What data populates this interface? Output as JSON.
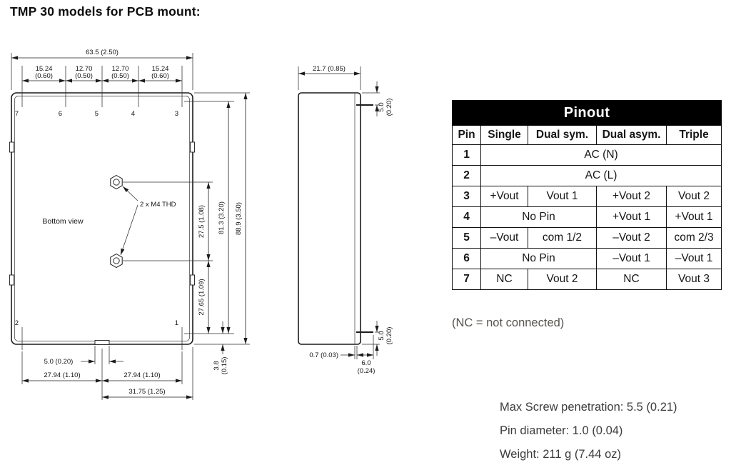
{
  "page": {
    "title": "TMP 30 models for PCB mount:"
  },
  "bottom_view": {
    "view_label": "Bottom view",
    "thread_note": "2 x M4 THD",
    "pin_numbers_top": [
      "7",
      "6",
      "5",
      "4",
      "3"
    ],
    "pin_numbers_bottom": [
      "2",
      "1"
    ],
    "dim_overall_width": "63.5 (2.50)",
    "pitches": [
      {
        "mm": "15.24",
        "in": "(0.60)"
      },
      {
        "mm": "12.70",
        "in": "(0.50)"
      },
      {
        "mm": "12.70",
        "in": "(0.50)"
      },
      {
        "mm": "15.24",
        "in": "(0.60)"
      }
    ],
    "dim_hole_spacing_upper": "27.5 (1.08)",
    "dim_hole_spacing_lower": "27.65 (1.09)",
    "dim_pin_rows": "81.3 (3.20)",
    "dim_overall_height": "88.9 (3.50)",
    "dim_notch_width": "5.0 (0.20)",
    "dim_bottom_left": "27.94 (1.10)",
    "dim_bottom_right": "27.94 (1.10)",
    "dim_bottom_half": "31.75 (1.25)",
    "dim_pin_offset": {
      "mm": "3.8",
      "in": "(0.15)"
    }
  },
  "side_view": {
    "dim_depth": "21.7 (0.85)",
    "dim_pin_top": {
      "mm": "5.0",
      "in": "(0.20)"
    },
    "dim_pin_bottom": {
      "mm": "5.0",
      "in": "(0.20)"
    },
    "dim_lip": "0.7 (0.03)",
    "dim_pin_inset": {
      "mm": "6.0",
      "in": "(0.24)"
    }
  },
  "pinout": {
    "title": "Pinout",
    "headers": [
      "Pin",
      "Single",
      "Dual sym.",
      "Dual asym.",
      "Triple"
    ],
    "rows": [
      {
        "pin": "1",
        "cells": [
          {
            "text": "AC (N)",
            "span": 4
          }
        ]
      },
      {
        "pin": "2",
        "cells": [
          {
            "text": "AC (L)",
            "span": 4
          }
        ]
      },
      {
        "pin": "3",
        "cells": [
          {
            "text": "+Vout"
          },
          {
            "text": "Vout 1"
          },
          {
            "text": "+Vout 2"
          },
          {
            "text": "Vout 2"
          }
        ]
      },
      {
        "pin": "4",
        "cells": [
          {
            "text": "No Pin",
            "span": 2
          },
          {
            "text": "+Vout 1"
          },
          {
            "text": "+Vout 1"
          }
        ]
      },
      {
        "pin": "5",
        "cells": [
          {
            "text": "–Vout"
          },
          {
            "text": "com 1/2"
          },
          {
            "text": "–Vout 2"
          },
          {
            "text": "com 2/3"
          }
        ]
      },
      {
        "pin": "6",
        "cells": [
          {
            "text": "No Pin",
            "span": 2
          },
          {
            "text": "–Vout 1"
          },
          {
            "text": "–Vout 1"
          }
        ]
      },
      {
        "pin": "7",
        "cells": [
          {
            "text": "NC"
          },
          {
            "text": "Vout 2"
          },
          {
            "text": "NC"
          },
          {
            "text": "Vout 3"
          }
        ]
      }
    ],
    "note": "(NC = not connected)"
  },
  "specs": {
    "lines": [
      "Max Screw penetration: 5.5 (0.21)",
      "Pin diameter: 1.0 (0.04)",
      "Weight: 211 g (7.44 oz)"
    ]
  },
  "colors": {
    "ink": "#1c1c1c",
    "table_header_bg": "#000000",
    "table_header_text": "#ffffff",
    "note_text": "#57534e"
  }
}
